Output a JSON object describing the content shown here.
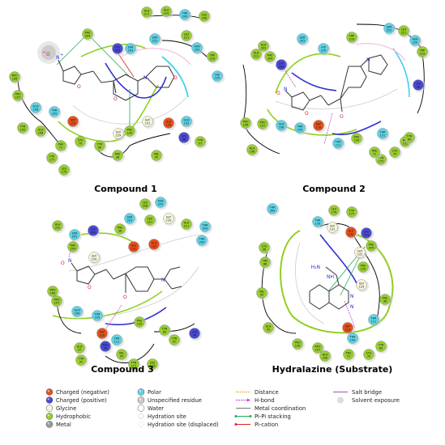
{
  "colors": {
    "hydrophobic": "#9acd32",
    "polar": "#5fd3e6",
    "charged_negative": "#e8501c",
    "charged_positive": "#4a4ad6",
    "glycine": "#f5f5dc",
    "metal": "#9a9a9a",
    "water": "#ffffff",
    "hbond": "#d040d0",
    "pipi": "#22aa55",
    "pication": "#e02020",
    "salt_bridge": "#a050c0",
    "distance": "#e0a020",
    "metal_coord": "#777777",
    "solvent": "#bbbbbb",
    "contour_green": "#8fd020",
    "contour_blue": "#3030d0",
    "contour_cyan": "#40d0f0",
    "contour_pink": "#f090d0"
  },
  "panels": [
    {
      "title": "Compound 1",
      "residues": [
        {
          "l1": "ALA",
          "l2": "211",
          "t": "hydrophobic"
        },
        {
          "l1": "ALA",
          "l2": "210",
          "t": "hydrophobic"
        },
        {
          "l1": "THR",
          "l2": "209",
          "t": "polar"
        },
        {
          "l1": "LEU",
          "l2": "208",
          "t": "hydrophobic"
        },
        {
          "l1": "PHE",
          "l2": "204",
          "t": "hydrophobic"
        },
        {
          "l1": "SER",
          "l2": "222",
          "t": "polar"
        },
        {
          "l1": "LEU",
          "l2": "221",
          "t": "hydrophobic"
        },
        {
          "l1": "ASN",
          "l2": "220",
          "t": "polar"
        },
        {
          "l1": "TRP",
          "l2": "219",
          "t": "hydrophobic"
        },
        {
          "l1": "HIS",
          "l2": "229",
          "t": "polar"
        },
        {
          "l1": "SER",
          "l2": "203",
          "t": "polar"
        },
        {
          "l1": "LYS",
          "l2": "203",
          "t": "charged_positive"
        },
        {
          "l1": "PRO",
          "l2": "106",
          "t": "hydrophobic"
        },
        {
          "l1": "PRO",
          "l2": "107",
          "t": "hydrophobic"
        },
        {
          "l1": "GLN",
          "l2": "108",
          "t": "polar"
        },
        {
          "l1": "THR",
          "l2": "109",
          "t": "polar"
        },
        {
          "l1": "ASP",
          "l2": "110",
          "t": "charged_negative"
        },
        {
          "l1": "ALA",
          "l2": "196",
          "t": "hydrophobic"
        },
        {
          "l1": "TYR",
          "l2": "195",
          "t": "hydrophobic"
        },
        {
          "l1": "GLY",
          "l2": "129",
          "t": "glycine"
        },
        {
          "l1": "PHE",
          "l2": "130",
          "t": "hydrophobic"
        },
        {
          "l1": "GLY",
          "l2": "131",
          "t": "glycine"
        },
        {
          "l1": "GLU",
          "l2": "132",
          "t": "charged_negative"
        },
        {
          "l1": "GLN",
          "l2": "133",
          "t": "polar"
        },
        {
          "l1": "PHE",
          "l2": "38",
          "t": "hydrophobic"
        },
        {
          "l1": "VAL",
          "l2": "95",
          "t": "hydrophobic"
        },
        {
          "l1": "PHE",
          "l2": "71",
          "t": "hydrophobic"
        },
        {
          "l1": "CYS",
          "l2": "70",
          "t": "hydrophobic"
        },
        {
          "l1": "TYR",
          "l2": "69",
          "t": "hydrophobic"
        },
        {
          "l1": "TYR",
          "l2": "177",
          "t": "hydrophobic"
        },
        {
          "l1": "LEU",
          "l2": "176",
          "t": "hydrophobic"
        },
        {
          "l1": "TYR",
          "l2": "97",
          "t": "hydrophobic"
        },
        {
          "l1": "LYS",
          "l2": "98",
          "t": "charged_positive"
        }
      ]
    },
    {
      "title": "Compound 2",
      "residues": [
        {
          "l1": "SER",
          "l2": "203",
          "t": "polar"
        },
        {
          "l1": "SER",
          "l2": "222",
          "t": "polar"
        },
        {
          "l1": "LEU",
          "l2": "221",
          "t": "hydrophobic"
        },
        {
          "l1": "ASN",
          "l2": "220",
          "t": "polar"
        },
        {
          "l1": "TRP",
          "l2": "219",
          "t": "hydrophobic"
        },
        {
          "l1": "TRP",
          "l2": "133",
          "t": "hydrophobic"
        },
        {
          "l1": "ALA",
          "l2": "211",
          "t": "hydrophobic"
        },
        {
          "l1": "PHE",
          "l2": "204",
          "t": "hydrophobic"
        },
        {
          "l1": "LYS",
          "l2": "203",
          "t": "charged_positive"
        },
        {
          "l1": "ALA",
          "l2": "202",
          "t": "hydrophobic"
        },
        {
          "l1": "HIS",
          "l2": "229",
          "t": "polar"
        },
        {
          "l1": "PHE",
          "l2": "130",
          "t": "hydrophobic"
        },
        {
          "l1": "THR",
          "l2": "131",
          "t": "polar"
        },
        {
          "l1": "ALA",
          "l2": "132",
          "t": "hydrophobic"
        },
        {
          "l1": "PRO",
          "l2": "106",
          "t": "hydrophobic"
        },
        {
          "l1": "PRO",
          "l2": "107",
          "t": "hydrophobic"
        },
        {
          "l1": "GLN",
          "l2": "108",
          "t": "polar"
        },
        {
          "l1": "THR",
          "l2": "109",
          "t": "polar"
        },
        {
          "l1": "ASP",
          "l2": "110",
          "t": "charged_negative"
        },
        {
          "l1": "ALA",
          "l2": "196",
          "t": "hydrophobic"
        },
        {
          "l1": "TYR",
          "l2": "175",
          "t": "hydrophobic"
        },
        {
          "l1": "THR",
          "l2": "111",
          "t": "polar"
        },
        {
          "l1": "LYS",
          "l2": "98",
          "t": "charged_positive"
        },
        {
          "l1": "PHE",
          "l2": "71",
          "t": "hydrophobic"
        },
        {
          "l1": "CYS",
          "l2": "70",
          "t": "hydrophobic"
        },
        {
          "l1": "TYR",
          "l2": "69",
          "t": "hydrophobic"
        }
      ]
    },
    {
      "title": "Compound 3",
      "residues": [
        {
          "l1": "ASN",
          "l2": "220",
          "t": "polar"
        },
        {
          "l1": "LEU",
          "l2": "208",
          "t": "hydrophobic"
        },
        {
          "l1": "SER",
          "l2": "222",
          "t": "polar"
        },
        {
          "l1": "LEU",
          "l2": "221",
          "t": "hydrophobic"
        },
        {
          "l1": "GLY",
          "l2": "133",
          "t": "glycine"
        },
        {
          "l1": "ALA",
          "l2": "211",
          "t": "hydrophobic"
        },
        {
          "l1": "ALA",
          "l2": "202",
          "t": "hydrophobic"
        },
        {
          "l1": "SER",
          "l2": "202",
          "t": "polar"
        },
        {
          "l1": "LYS",
          "l2": "203",
          "t": "charged_positive"
        },
        {
          "l1": "PHE",
          "l2": "204",
          "t": "hydrophobic"
        },
        {
          "l1": "PHE",
          "l2": "38",
          "t": "hydrophobic"
        },
        {
          "l1": "GLY",
          "l2": "129",
          "t": "glycine"
        },
        {
          "l1": "GLU",
          "l2": "131",
          "t": "charged_negative"
        },
        {
          "l1": "GLU",
          "l2": "132",
          "t": "charged_negative"
        },
        {
          "l1": "THR",
          "l2": "209",
          "t": "polar"
        },
        {
          "l1": "THR",
          "l2": "203",
          "t": "polar"
        },
        {
          "l1": "PRO",
          "l2": "106",
          "t": "hydrophobic"
        },
        {
          "l1": "PRO",
          "l2": "107",
          "t": "hydrophobic"
        },
        {
          "l1": "GLN",
          "l2": "108",
          "t": "polar"
        },
        {
          "l1": "THR",
          "l2": "109",
          "t": "polar"
        },
        {
          "l1": "ASP",
          "l2": "110",
          "t": "charged_negative"
        },
        {
          "l1": "THR",
          "l2": "111",
          "t": "polar"
        },
        {
          "l1": "PHE",
          "l2": "130",
          "t": "hydrophobic"
        },
        {
          "l1": "TYR",
          "l2": "69",
          "t": "hydrophobic"
        },
        {
          "l1": "TYR",
          "l2": "97",
          "t": "hydrophobic"
        },
        {
          "l1": "LYS",
          "l2": "98",
          "t": "charged_positive"
        },
        {
          "l1": "VAL",
          "l2": "95",
          "t": "hydrophobic"
        },
        {
          "l1": "ARG",
          "l2": "94",
          "t": "charged_positive"
        },
        {
          "l1": "TYR",
          "l2": "177",
          "t": "hydrophobic"
        },
        {
          "l1": "LEU",
          "l2": "176",
          "t": "hydrophobic"
        },
        {
          "l1": "TYR",
          "l2": "97",
          "t": "hydrophobic"
        },
        {
          "l1": "ALA",
          "l2": "97",
          "t": "hydrophobic"
        }
      ]
    },
    {
      "title": "Hydralazine (Substrate)",
      "residues": [
        {
          "l1": "THR",
          "l2": "309",
          "t": "polar"
        },
        {
          "l1": "LEU",
          "l2": "176",
          "t": "hydrophobic"
        },
        {
          "l1": "TYR",
          "l2": "177",
          "t": "hydrophobic"
        },
        {
          "l1": "THR",
          "l2": "130",
          "t": "polar"
        },
        {
          "l1": "GLY",
          "l2": "131",
          "t": "glycine"
        },
        {
          "l1": "GLU",
          "l2": "132",
          "t": "charged_negative"
        },
        {
          "l1": "LYS",
          "l2": "203",
          "t": "charged_positive"
        },
        {
          "l1": "PHE",
          "l2": "204",
          "t": "hydrophobic"
        },
        {
          "l1": "CYS",
          "l2": "98",
          "t": "hydrophobic"
        },
        {
          "l1": "TRP",
          "l2": "88",
          "t": "hydrophobic"
        },
        {
          "l1": "GLY",
          "l2": "131",
          "t": "glycine"
        },
        {
          "l1": "PHE",
          "l2": "130",
          "t": "hydrophobic"
        },
        {
          "l1": "GLY",
          "l2": "129",
          "t": "glycine"
        },
        {
          "l1": "PHE",
          "l2": "38",
          "t": "hydrophobic"
        },
        {
          "l1": "VAL",
          "l2": "95",
          "t": "hydrophobic"
        },
        {
          "l1": "THR",
          "l2": "111",
          "t": "polar"
        },
        {
          "l1": "ASP",
          "l2": "119",
          "t": "charged_negative"
        },
        {
          "l1": "ALA",
          "l2": "93",
          "t": "hydrophobic"
        },
        {
          "l1": "THR",
          "l2": "109",
          "t": "polar"
        },
        {
          "l1": "PRO",
          "l2": "106",
          "t": "hydrophobic"
        },
        {
          "l1": "PRO",
          "l2": "107",
          "t": "hydrophobic"
        },
        {
          "l1": "PHE",
          "l2": "71",
          "t": "hydrophobic"
        },
        {
          "l1": "CYS",
          "l2": "70",
          "t": "hydrophobic"
        },
        {
          "l1": "TYR",
          "l2": "69",
          "t": "hydrophobic"
        },
        {
          "l1": "ALA",
          "l2": "196",
          "t": "hydrophobic"
        }
      ]
    }
  ],
  "ligand_labels": {
    "nitro_n": "N",
    "nitro_o": "O",
    "nitro_plus": "+",
    "nitro_minus": "−",
    "furan_o": "O",
    "carbonyl_o": "O",
    "amine_n": "N",
    "hydrazine_h2n": "H₂N",
    "hydrazine_nh": "NH",
    "ring_n": "N"
  },
  "legend": {
    "col1": [
      {
        "label": "Charged (negative)",
        "sym": "charged_negative"
      },
      {
        "label": "Charged (positive)",
        "sym": "charged_positive"
      },
      {
        "label": "Glycine",
        "sym": "glycine"
      },
      {
        "label": "Hydrophobic",
        "sym": "hydrophobic"
      },
      {
        "label": "Metal",
        "sym": "metal"
      }
    ],
    "col2": [
      {
        "label": "Polar",
        "sym": "polar"
      },
      {
        "label": "Unspecified residue",
        "sym": "unspecified"
      },
      {
        "label": "Water",
        "sym": "water"
      },
      {
        "label": "Hydration site",
        "sym": "hydration"
      },
      {
        "label": "Hydration site (displaced)",
        "sym": "hydration_displaced"
      }
    ],
    "col3": [
      {
        "label": "Distance",
        "sym": "distance"
      },
      {
        "label": "H-bond",
        "sym": "hbond"
      },
      {
        "label": "Metal coordination",
        "sym": "metal_coord"
      },
      {
        "label": "Pi-Pi stacking",
        "sym": "pipi"
      },
      {
        "label": "Pi-cation",
        "sym": "pication"
      }
    ],
    "col4": [
      {
        "label": "Salt bridge",
        "sym": "salt_bridge"
      },
      {
        "label": "Solvent exposure",
        "sym": "solvent"
      }
    ]
  }
}
